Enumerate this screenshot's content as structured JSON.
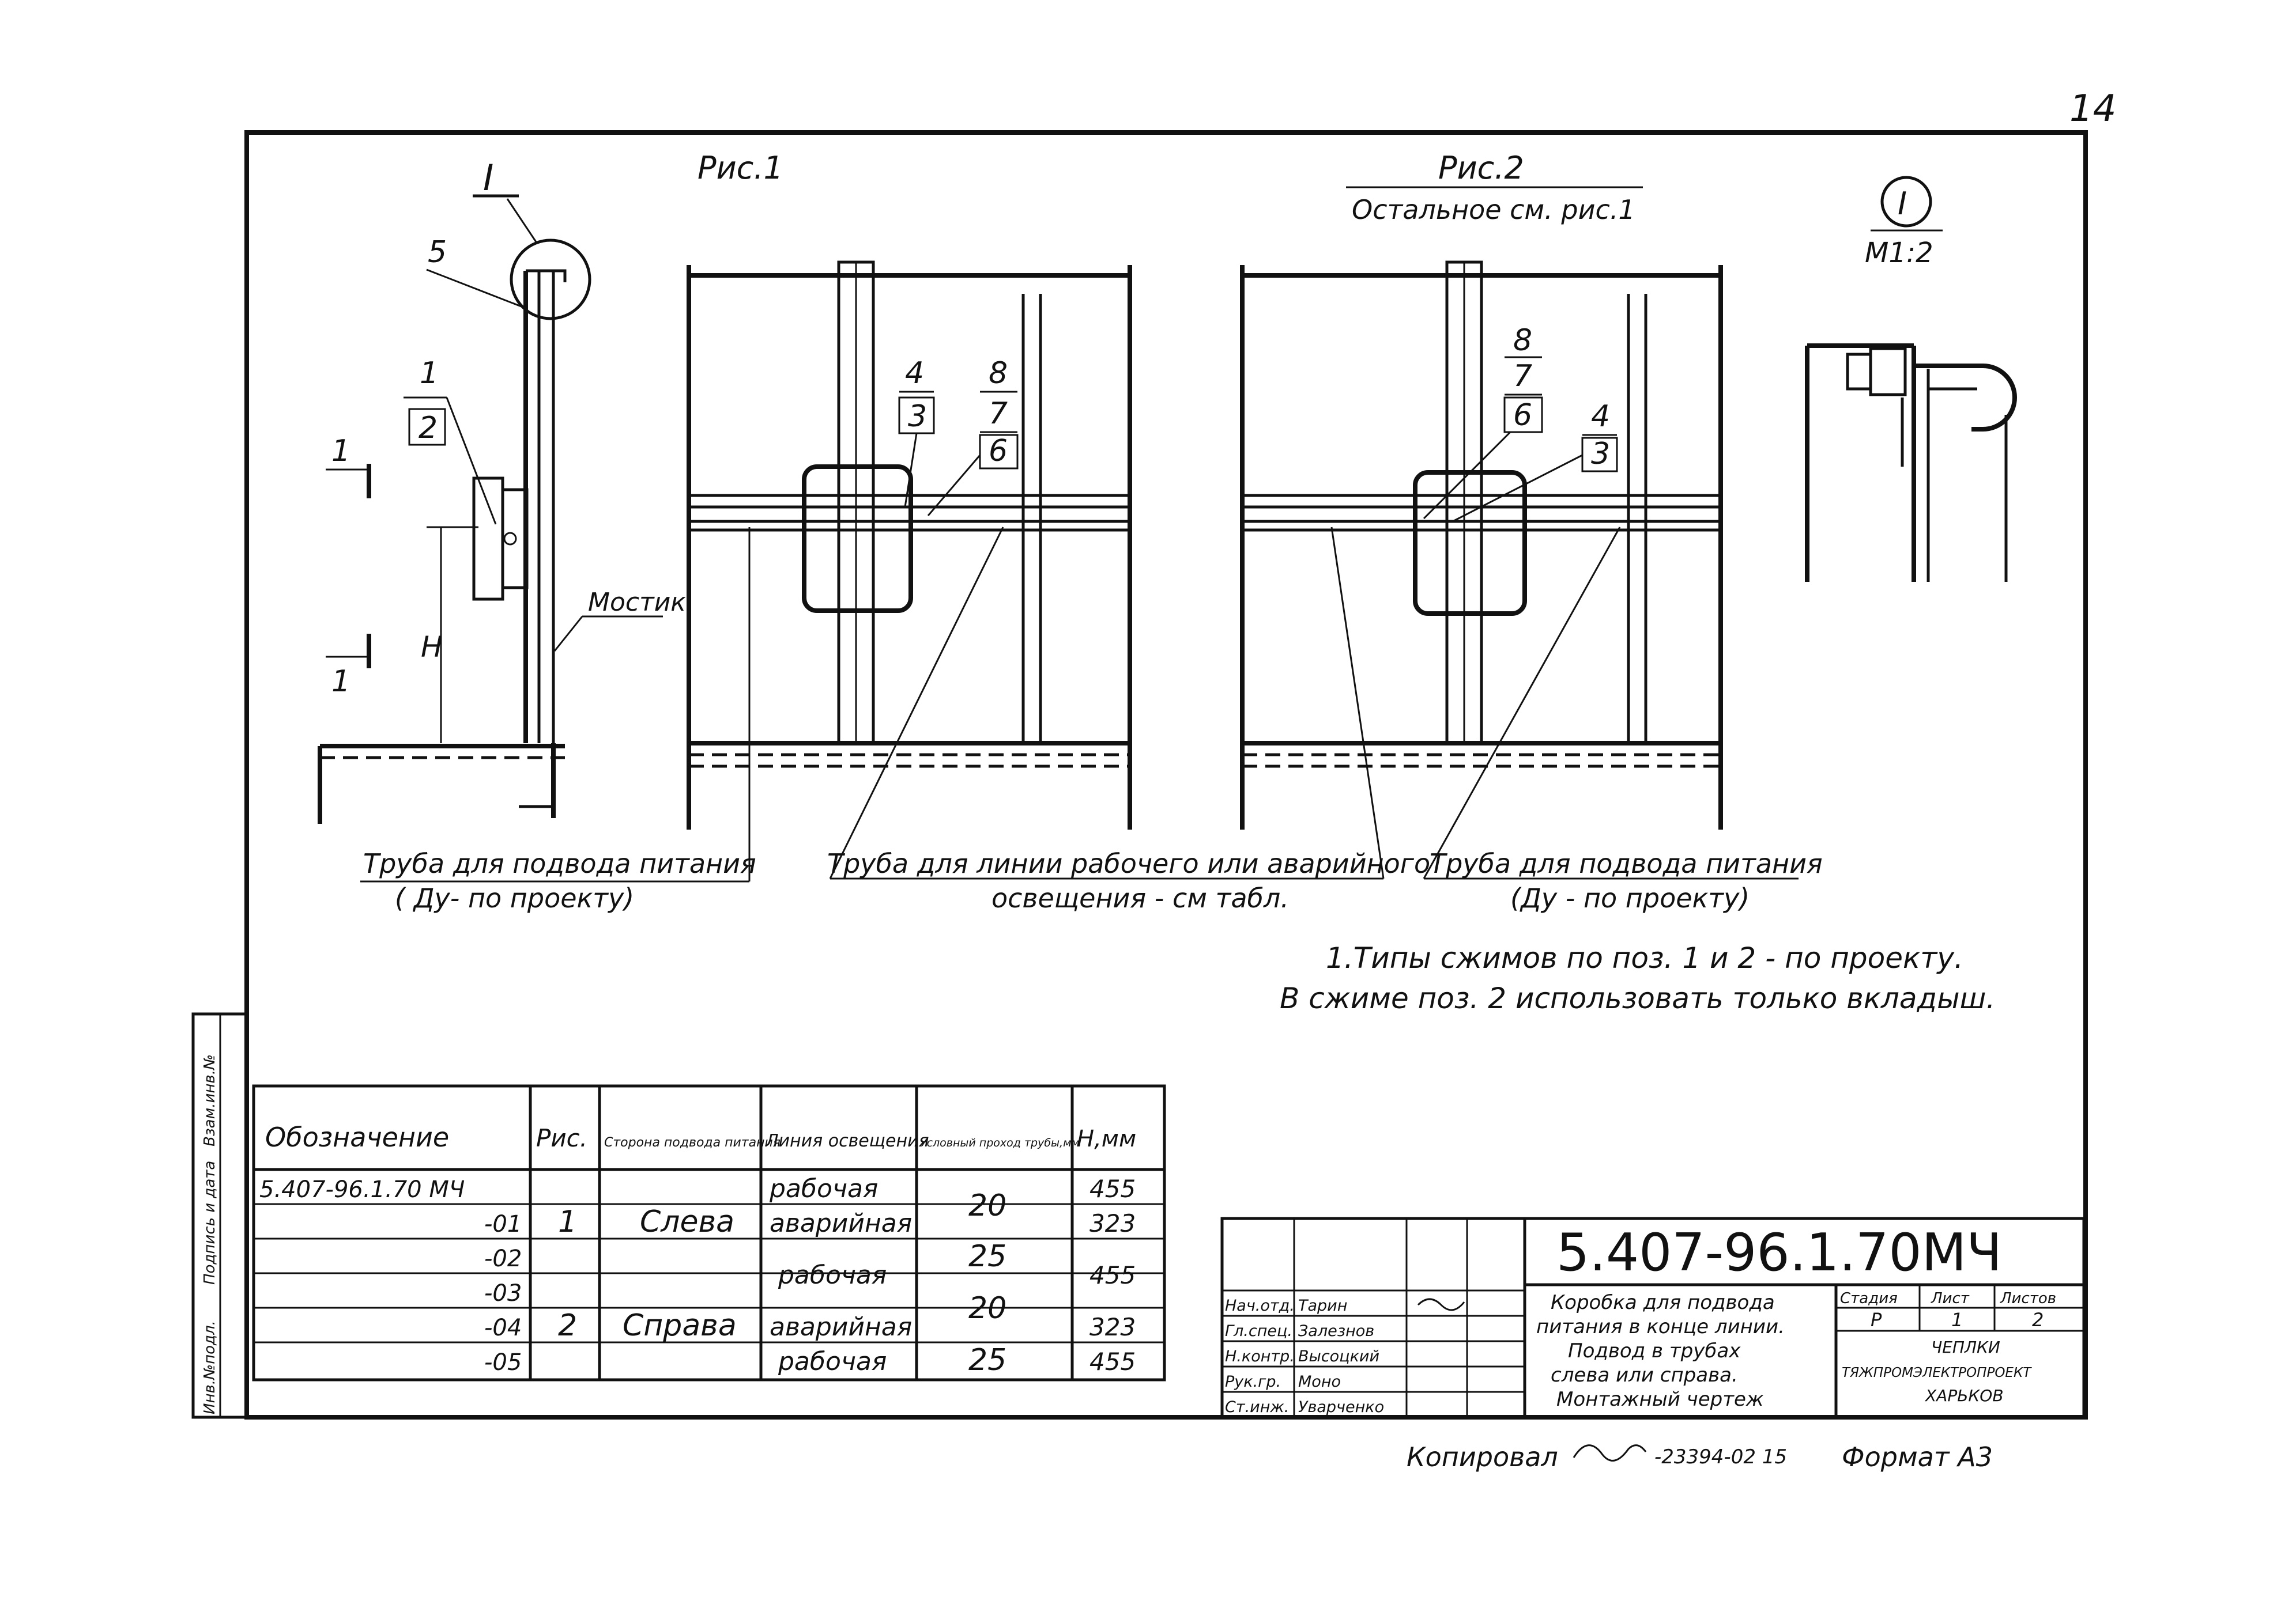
{
  "page_number": "14",
  "fig1": {
    "title": "Рис.1",
    "section_mark": "I",
    "cut_mark": "1"
  },
  "fig2": {
    "title": "Рис.2",
    "subtitle": "Остальное см. рис.1"
  },
  "detail": {
    "mark": "I",
    "scale": "М1:2"
  },
  "labels": {
    "bridge": "Мостик",
    "h": "H",
    "pipe_feed_1a": "Труба для подвода питания",
    "pipe_feed_1b": "( Ду- по проекту)",
    "pipe_line_a": "Труба для линии рабочего или аварийного",
    "pipe_line_b": "освещения - см табл.",
    "pipe_feed_2a": "Труба для подвода питания",
    "pipe_feed_2b": "(Ду - по проекту)"
  },
  "positions": {
    "p1": "1",
    "p2": "2",
    "p3": "3",
    "p4": "4",
    "p5": "5",
    "p6": "6",
    "p7": "7",
    "p8": "8"
  },
  "notes": {
    "n1": "1.Типы сжимов по поз. 1 и 2 - по проекту.",
    "n2": "В сжиме поз. 2 использовать только вкладыш."
  },
  "table": {
    "headers": [
      "Обозначение",
      "Рис.",
      "Сторона подвода питания",
      "Линия освещения",
      "Условный проход трубы,мм",
      "H,мм"
    ],
    "rows": [
      [
        "5.407-96.1.70 МЧ",
        "",
        "",
        "рабочая",
        "",
        "455"
      ],
      [
        "-01",
        "1",
        "Слева",
        "аварийная",
        "20",
        "323"
      ],
      [
        "-02",
        "",
        "",
        "",
        "25",
        "455"
      ],
      [
        "-03",
        "",
        "",
        "рабочая",
        "20",
        ""
      ],
      [
        "-04",
        "2",
        "Справа",
        "аварийная",
        "",
        "323"
      ],
      [
        "-05",
        "",
        "",
        "рабочая",
        "25",
        "455"
      ]
    ]
  },
  "title_block": {
    "code": "5.407-96.1.70МЧ",
    "title_lines": [
      "Коробка для подвода",
      "питания в конце линии.",
      "Подвод в трубах",
      "слева или справа.",
      "Монтажный чертеж"
    ],
    "stage_headers": [
      "Стадия",
      "Лист",
      "Листов"
    ],
    "stage_values": [
      "Р",
      "1",
      "2"
    ],
    "org": [
      "ЧЕПЛКИ",
      "ТЯЖПРОМЭЛЕКТРОПРОЕКТ",
      "ХАРЬКОВ"
    ],
    "signatures": [
      [
        "Нач.отд.",
        "Тарин"
      ],
      [
        "Гл.спец.",
        "Залезнов"
      ],
      [
        "Н.контр.",
        "Высоцкий"
      ],
      [
        "Рук.гр.",
        "Моно"
      ],
      [
        "Ст.инж.",
        "Уварченко"
      ]
    ]
  },
  "side_stamp": [
    "Инв.№подл.",
    "Подпись и дата",
    "Взам.инв.№"
  ],
  "footer": {
    "copied": "Копировал",
    "order": "-23394-02 15",
    "format": "Формат А3"
  }
}
